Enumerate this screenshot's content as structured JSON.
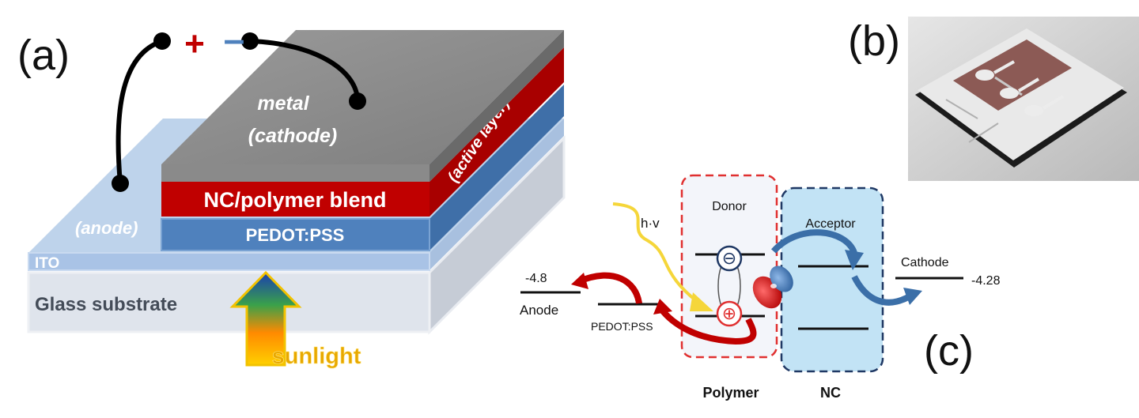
{
  "panel_labels": {
    "a": "(a)",
    "b": "(b)",
    "c": "(c)"
  },
  "device": {
    "metal": "metal",
    "cathode": "(cathode)",
    "active_layer": "(active layer)",
    "blend": "NC/polymer blend",
    "pedot": "PEDOT:PSS",
    "anode": "(anode)",
    "ito": "ITO",
    "glass": "Glass substrate",
    "sunlight": "sunlight",
    "plus": "+",
    "minus": "–"
  },
  "energy": {
    "donor": "Donor",
    "acceptor": "Acceptor",
    "hv": "h·v",
    "cathode": "Cathode",
    "cathode_value": "-4.28",
    "anode": "Anode",
    "anode_value": "-4.8",
    "pedot": "PEDOT:PSS",
    "polymer": "Polymer",
    "nc": "NC",
    "electron_symbol": "⊖",
    "hole_symbol": "⊕"
  },
  "colors": {
    "metal": "#8f8f8f",
    "blend": "#c00000",
    "pedot": "#4f81bd",
    "ito": "#a9c3e6",
    "glass": "#dfe4ec",
    "donor_border": "#e03030",
    "acceptor_fill": "#c2e3f5",
    "acceptor_border": "#1f3864",
    "arrow_blue": "#3b6fa8",
    "arrow_red": "#c00000",
    "photon": "#f5d63a"
  }
}
